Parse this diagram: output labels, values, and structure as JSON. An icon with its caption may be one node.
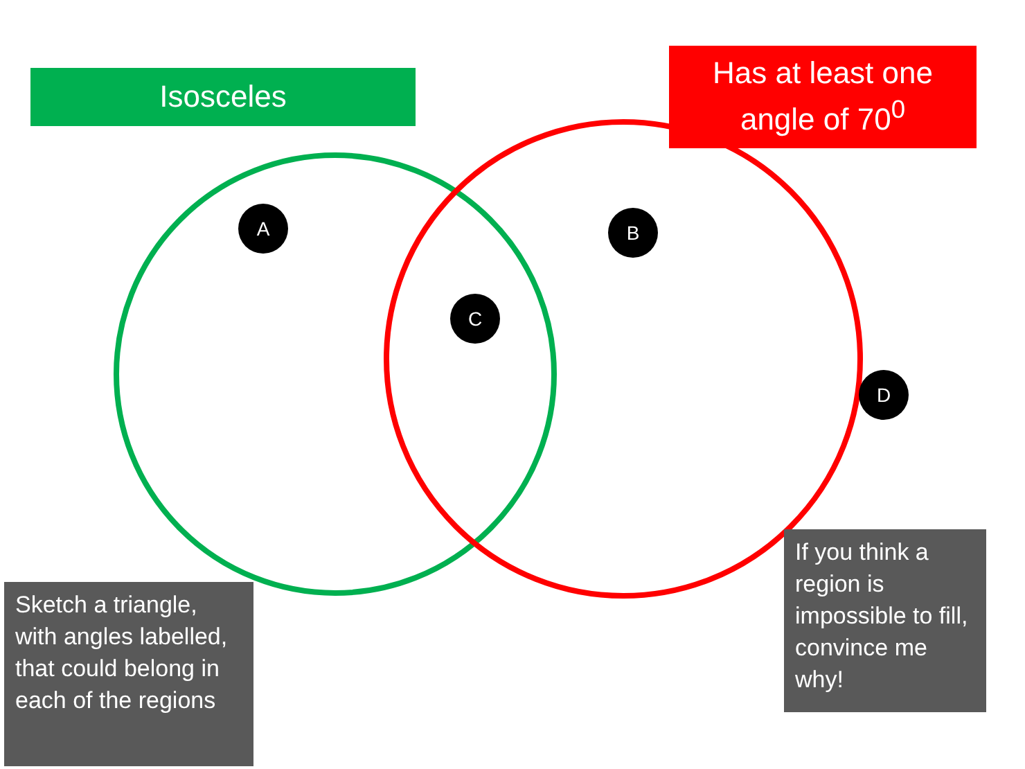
{
  "diagram": {
    "nodes": [
      {
        "text": [
          "Isosceles"
        ]
      },
      {
        "text": [
          "Has at least one angle of 70$^{0}$"
        ]
      },
      {
        "text": [],
        "shape": "circle"
      },
      {
        "text": [],
        "shape": "circle"
      },
      {
        "text": [
          "A"
        ],
        "in": 2
      },
      {
        "text": [
          "B"
        ],
        "in": 3
      },
      {
        "text": [
          "C"
        ]
      },
      {
        "text": [
          "D"
        ]
      },
      {
        "text": [
          "If you think a region is impossible to fill, convince me why!"
        ]
      },
      {
        "text": [
          "Sketch a triangle, with angles labelled, that could belong in each of the regions"
        ]
      }
    ],
    "edges": []
  }
}
